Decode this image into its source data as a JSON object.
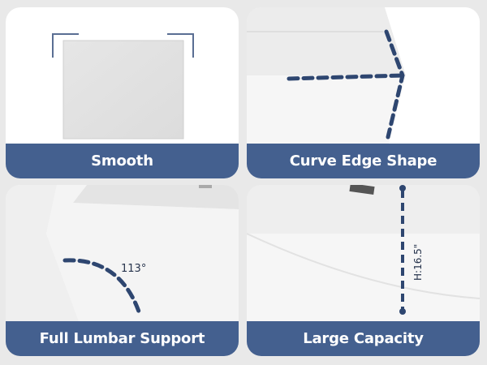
{
  "panels": [
    {
      "label": "Smooth"
    },
    {
      "label": "Curve Edge Shape"
    },
    {
      "label": "Full Lumbar Support",
      "annotation": "113°"
    },
    {
      "label": "Large Capacity",
      "annotation": "H:16.5\""
    }
  ],
  "colors": {
    "label_bg": "#44608f",
    "label_text": "#ffffff",
    "dash": "#2e4670",
    "page_bg": "#e9e9e9"
  }
}
